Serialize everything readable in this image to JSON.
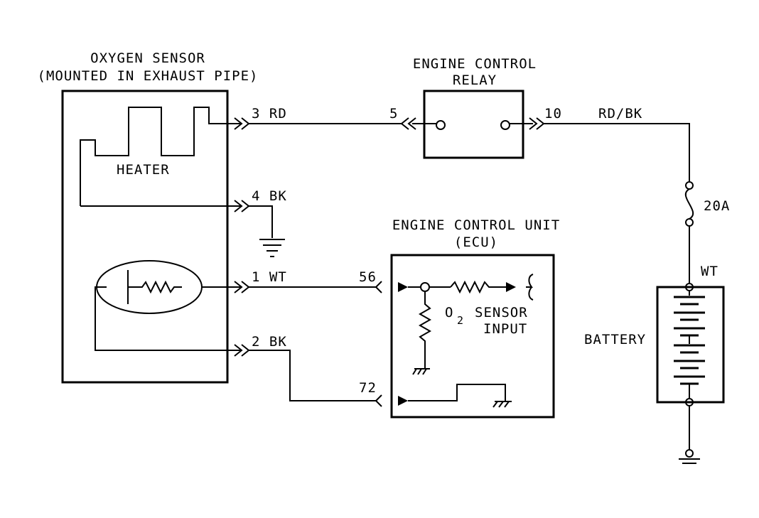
{
  "colors": {
    "ink": "#000000",
    "paper": "#ffffff"
  },
  "oxygen_sensor": {
    "title": "OXYGEN SENSOR",
    "subtitle": "(MOUNTED IN EXHAUST PIPE)",
    "heater_label": "HEATER"
  },
  "relay": {
    "title_line1": "ENGINE CONTROL",
    "title_line2": "RELAY",
    "pin_in": "5",
    "pin_out": "10"
  },
  "ecu": {
    "title_line1": "ENGINE CONTROL UNIT",
    "title_line2": "(ECU)",
    "pin_signal": "56",
    "pin_ground": "72",
    "input_label_o": "O",
    "input_label_sub": "2",
    "input_label_rest": "SENSOR",
    "input_label_line2": "INPUT"
  },
  "wires": {
    "w3": "3 RD",
    "w4": "4 BK",
    "w1": "1 WT",
    "w2": "2 BK",
    "rdbk": "RD/BK",
    "wt": "WT"
  },
  "fuse": {
    "rating": "20A"
  },
  "battery": {
    "label": "BATTERY"
  }
}
